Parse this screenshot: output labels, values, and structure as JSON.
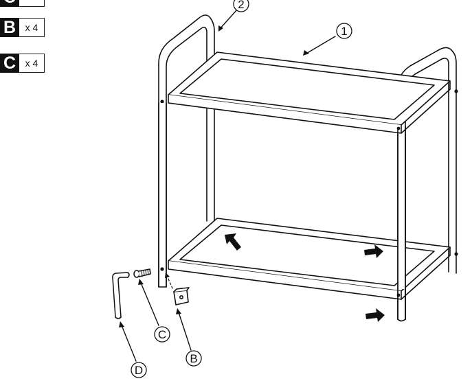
{
  "legend": {
    "items": [
      {
        "letter": "B",
        "qty": "x 4"
      },
      {
        "letter": "C",
        "qty": "x 4"
      }
    ],
    "partial_item": {
      "letter": "C",
      "qty": ""
    }
  },
  "callouts": {
    "frame": "2",
    "shelf": "1",
    "part_b": "B",
    "part_c": "C",
    "part_d": "D"
  },
  "colors": {
    "line": "#111111",
    "fill": "#ffffff",
    "arrow": "#111111"
  }
}
